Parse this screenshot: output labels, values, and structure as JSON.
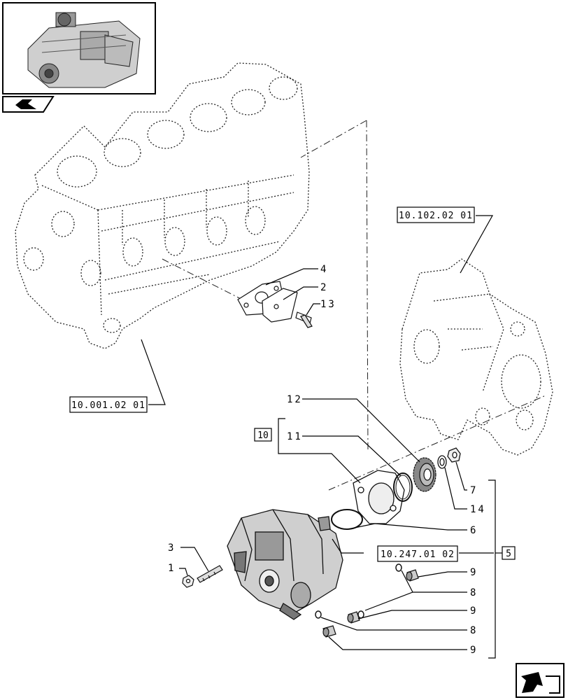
{
  "thumbnail": {
    "icon": "engine-thumbnail",
    "nav_icon": "return-arrow-icon"
  },
  "references": {
    "ref_cover": "10.102.02 01",
    "ref_block": "10.001.02 01",
    "ref_pump": "10.247.01 02"
  },
  "callouts": {
    "c1": "1",
    "c2": "2",
    "c3": "3",
    "c4": "4",
    "c5": "5",
    "c6": "6",
    "c7": "7",
    "c8a": "8",
    "c8b": "8",
    "c9a": "9",
    "c9b": "9",
    "c9c": "9",
    "c10": "10",
    "c11": "11",
    "c12": "12",
    "c13": "13",
    "c14": "14"
  },
  "footer": {
    "next_icon": "next-page-arrow-icon"
  }
}
